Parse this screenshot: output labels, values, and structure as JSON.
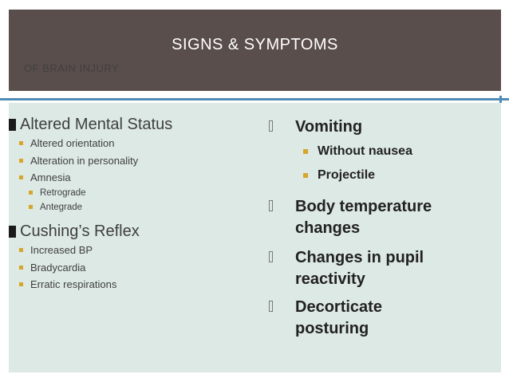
{
  "title": {
    "line1": "SIGNS & SYMPTOMS",
    "line2": "OF BRAIN INJURY"
  },
  "left_column": {
    "items": [
      {
        "label": "Altered Mental Status",
        "subitems": [
          {
            "label": "Altered orientation"
          },
          {
            "label": "Alteration in personality"
          },
          {
            "label": "Amnesia",
            "subitems": [
              {
                "label": "Retrograde"
              },
              {
                "label": "Antegrade"
              }
            ]
          }
        ]
      },
      {
        "label": "Cushing’s Reflex",
        "subitems": [
          {
            "label": "Increased BP"
          },
          {
            "label": "Bradycardia"
          },
          {
            "label": "Erratic respirations"
          }
        ]
      }
    ]
  },
  "right_column": {
    "items": [
      {
        "lines": [
          "Vomiting"
        ],
        "subitems": [
          {
            "label": "Without nausea"
          },
          {
            "label": "Projectile"
          }
        ]
      },
      {
        "lines": [
          "Body temperature",
          "changes"
        ]
      },
      {
        "lines": [
          "Changes in pupil",
          "reactivity"
        ]
      },
      {
        "lines": [
          "Decorticate",
          "posturing"
        ]
      }
    ]
  },
  "colors": {
    "title_bar": "#5a4e4c",
    "content_bg": "#dde9e5",
    "rule": "#4f8bb6",
    "bullet_accent": "#d6a62a"
  }
}
